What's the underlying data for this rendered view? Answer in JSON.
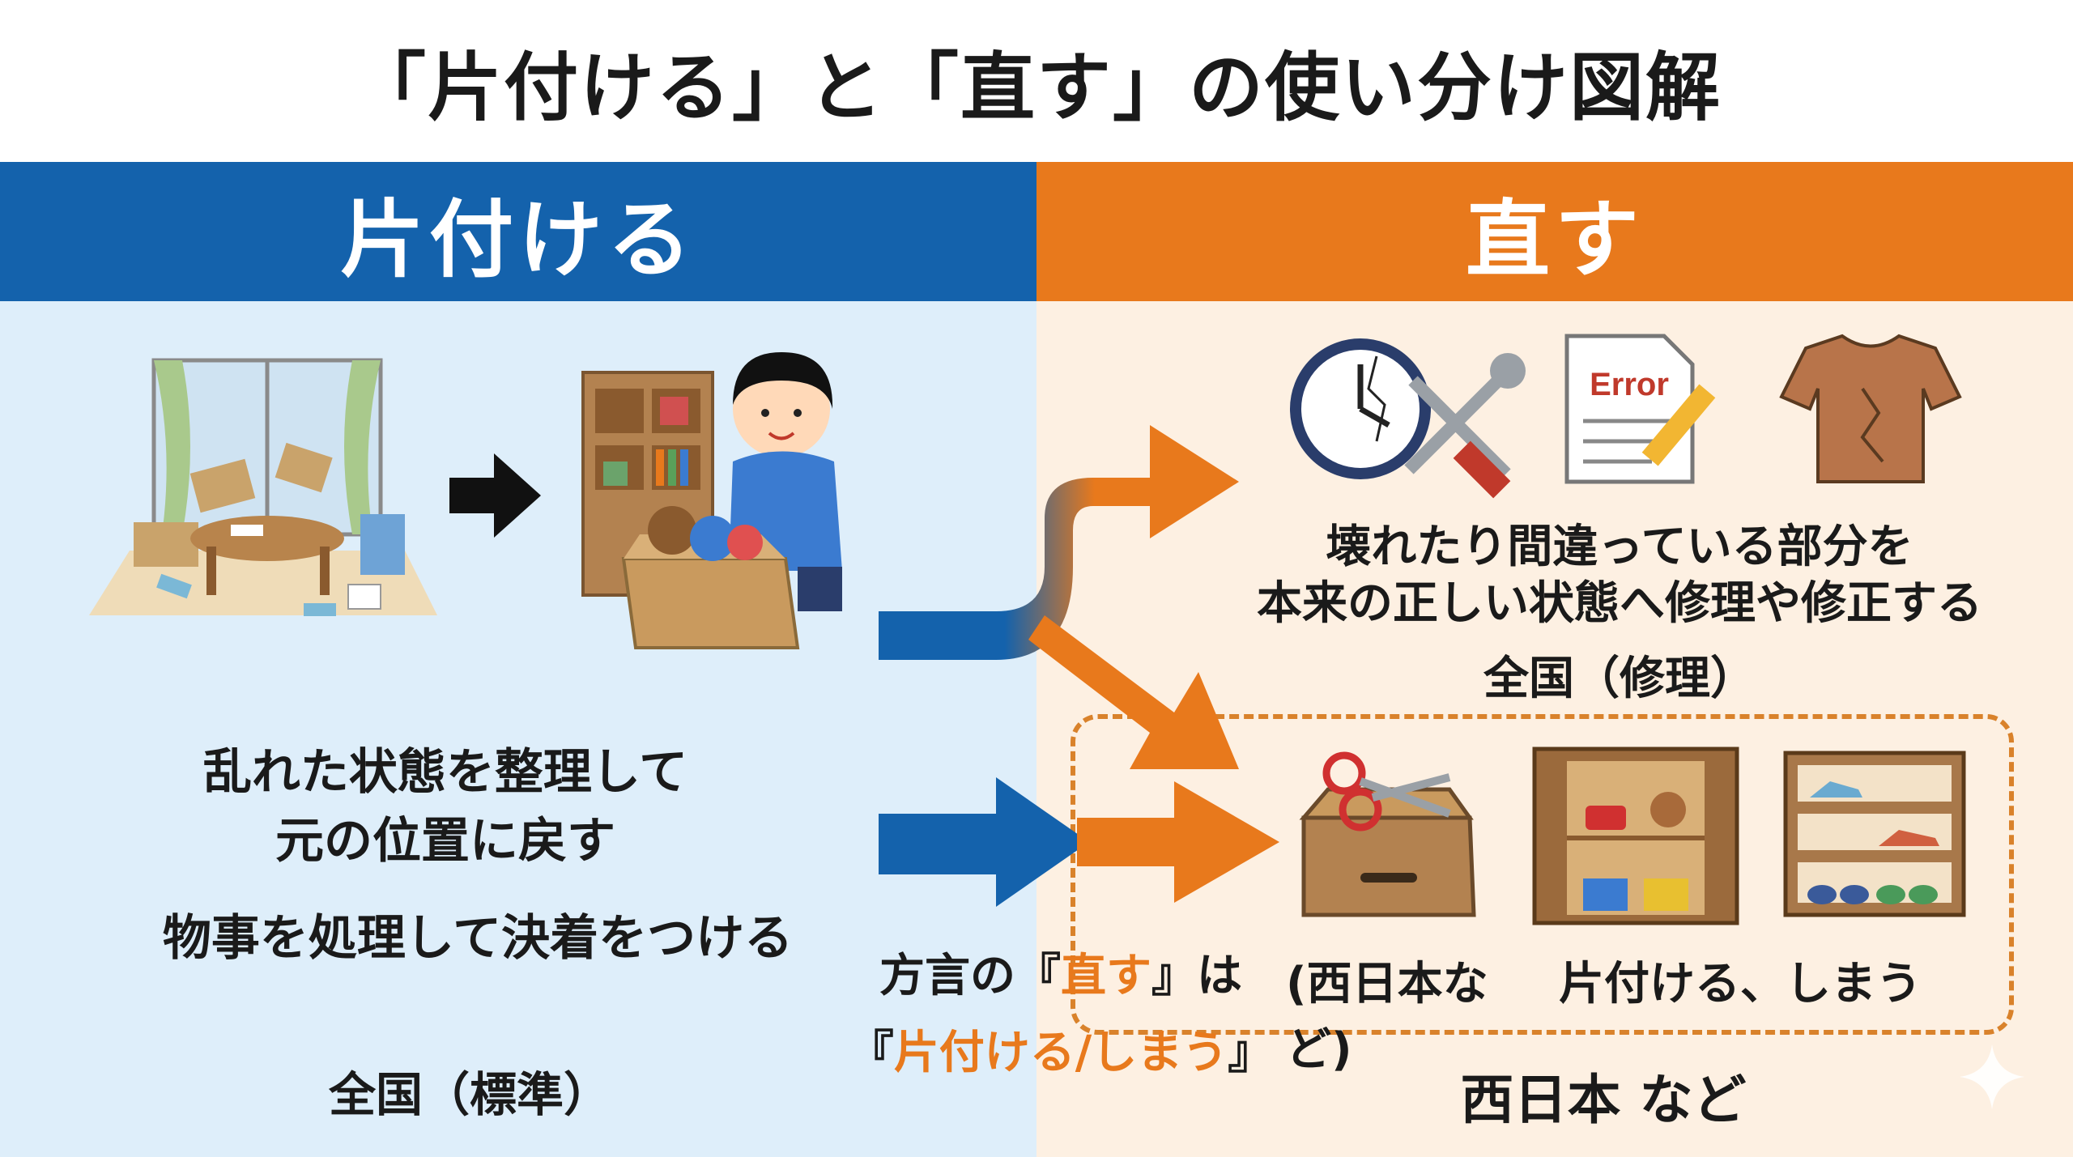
{
  "title": "「片付ける」と「直す」の使い分け図解",
  "left": {
    "header": "片付ける",
    "description_line1": "乱れた状態を整理して",
    "description_line2": "元の位置に戻す",
    "description_line3": "物事を処理して決着をつける",
    "region": "全国（標準）"
  },
  "right": {
    "header": "直す",
    "repair_description_line1": "壊れたり間違っている部分を",
    "repair_description_line2": "本来の正しい状態へ修理や修正する",
    "repair_region": "全国（修理）",
    "error_doc_label": "Error",
    "dialect_prefix": "(西日本など)",
    "dialect_meaning": "片付ける、しまう",
    "dialect_region": "西日本 など"
  },
  "callout": {
    "line1_before": "方言の『",
    "line1_highlight": "直す",
    "line1_after": "』は",
    "line2_open": "『",
    "line2_highlight": "片付ける/しまう",
    "line2_close": "』"
  },
  "colors": {
    "left_blue": "#1462ac",
    "right_orange": "#e8791c",
    "left_bg": "#deeefa",
    "right_bg": "#fdf0e2"
  },
  "icons": [
    "messy-room-icon",
    "right-arrow-icon",
    "boy-tidying-icon",
    "clock-icon",
    "tools-icon",
    "error-document-icon",
    "torn-shirt-icon",
    "scissors-drawer-icon",
    "toy-cabinet-icon",
    "shoe-rack-icon",
    "sparkle-icon"
  ]
}
